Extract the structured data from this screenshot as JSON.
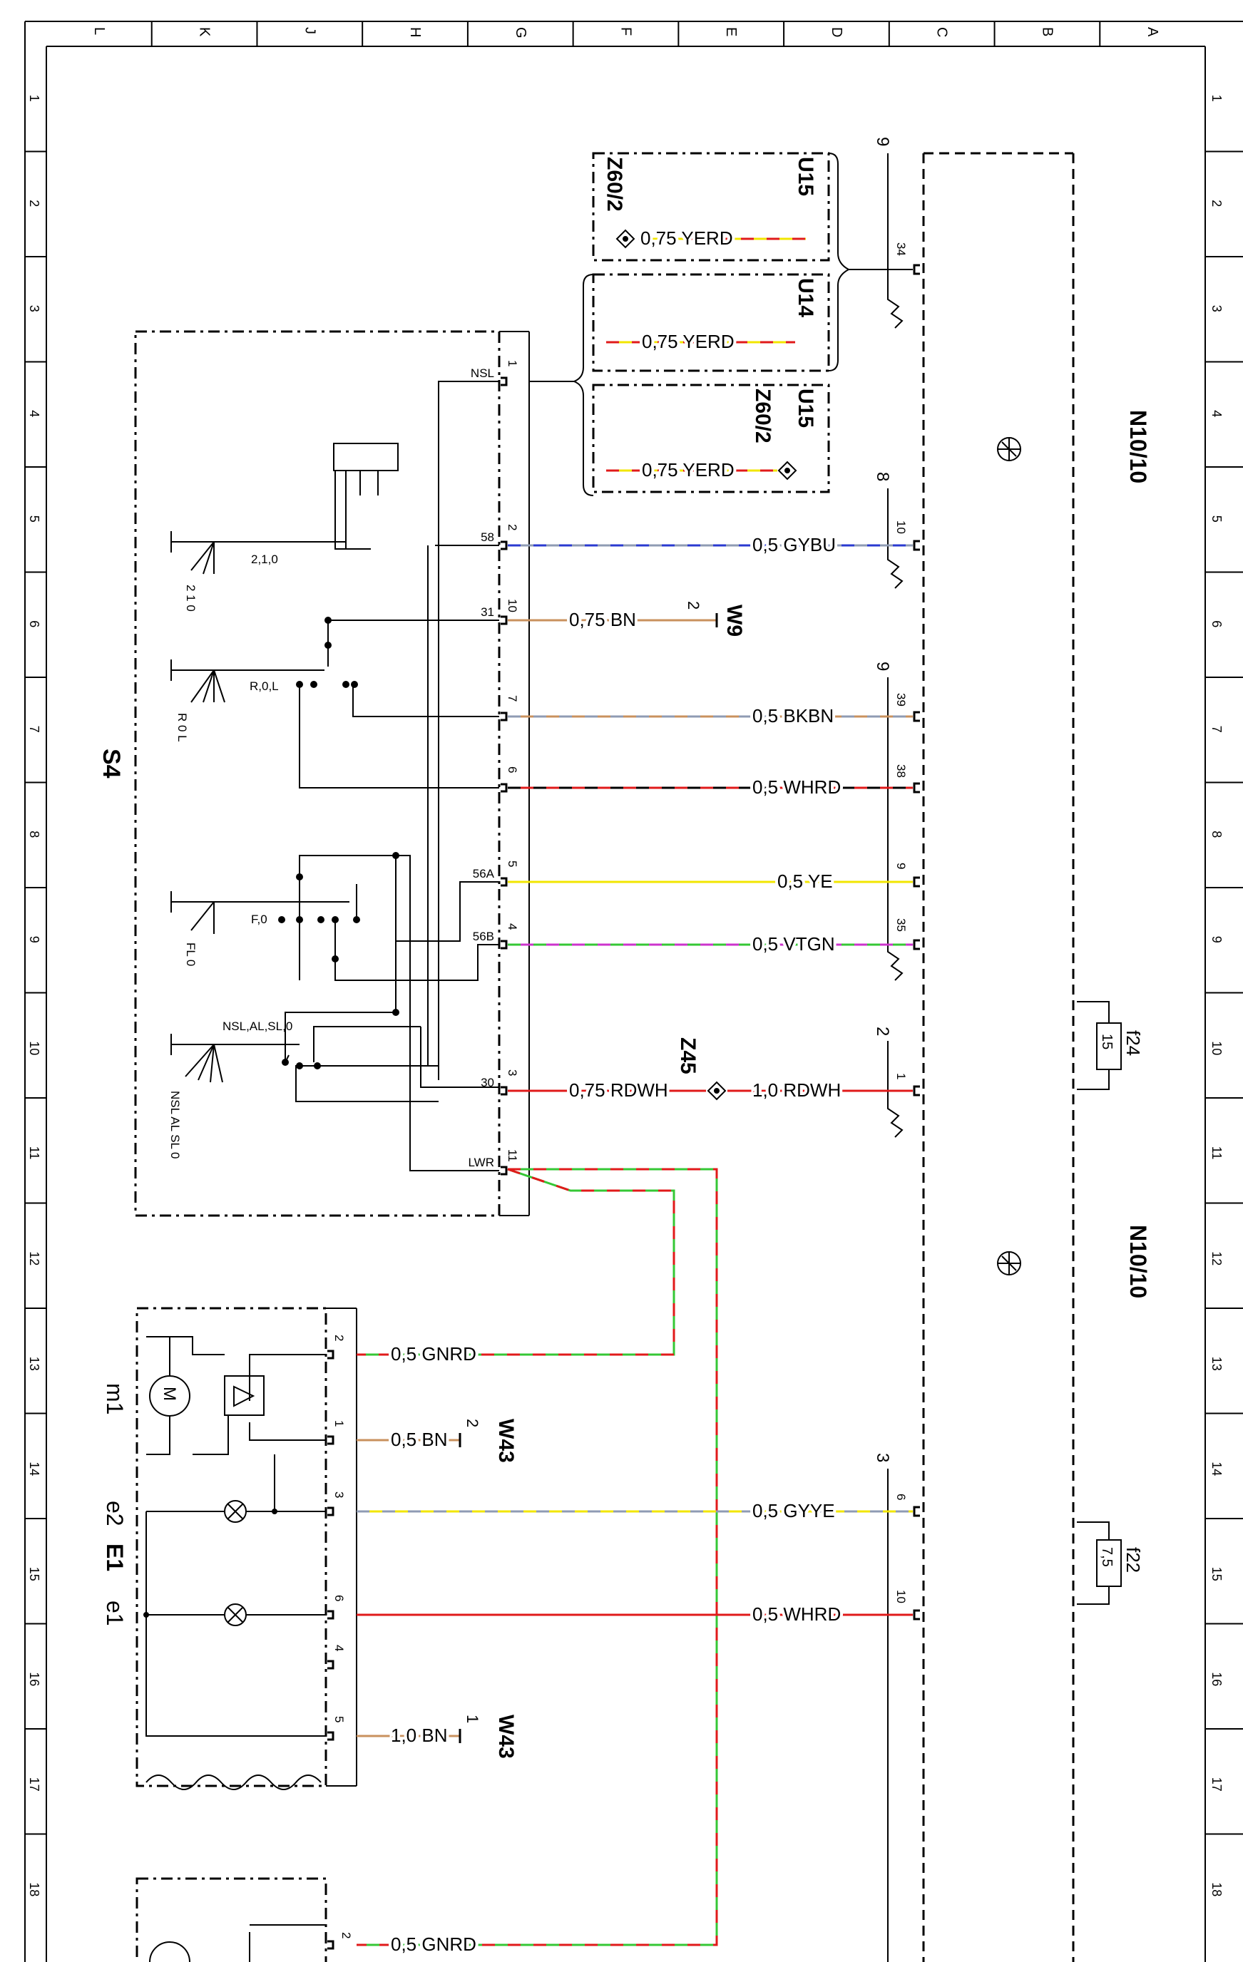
{
  "grid": {
    "columns": [
      "L",
      "K",
      "J",
      "H",
      "G",
      "F",
      "E",
      "D",
      "C",
      "B",
      "A"
    ],
    "rows": [
      "1",
      "2",
      "3",
      "4",
      "5",
      "6",
      "7",
      "8",
      "9",
      "10",
      "11",
      "12",
      "13",
      "14",
      "15",
      "16",
      "17",
      "18"
    ]
  },
  "components": {
    "s4": "S4",
    "n10_upper": "N10/10",
    "n10_lower": "N10/10",
    "u15_top": "U15",
    "z60_top": "Z60/2",
    "u14": "U14",
    "u15_mid": "U15",
    "z60_mid": "Z60/2",
    "w9": "W9",
    "z45": "Z45",
    "w43_a": "W43",
    "w43_b": "W43",
    "e1": "E1",
    "m1": "m1",
    "e2": "e2",
    "e1_lamp": "e1",
    "f24": "f24",
    "f22": "f22",
    "f24_val": "15",
    "f22_val": "7,5",
    "motor": "M"
  },
  "connectors": {
    "g9_a": "9",
    "g8": "8",
    "g9_b": "9",
    "g2": "2",
    "g3": "3",
    "p34": "34",
    "p10a": "10",
    "p39": "39",
    "p38": "38",
    "p9": "9",
    "p35": "35",
    "p1": "1",
    "p6": "6",
    "p10b": "10",
    "w9_pin": "2",
    "w43a_pin": "2",
    "w43b_pin": "1"
  },
  "s4_terminals": [
    {
      "name": "NSL",
      "pin": "1"
    },
    {
      "name": "58",
      "pin": "2"
    },
    {
      "name": "31",
      "pin": "10"
    },
    {
      "name": "",
      "pin": "7"
    },
    {
      "name": "",
      "pin": "6"
    },
    {
      "name": "56A",
      "pin": "5"
    },
    {
      "name": "56B",
      "pin": "4"
    },
    {
      "name": "30",
      "pin": "3"
    },
    {
      "name": "LWR",
      "pin": "11"
    }
  ],
  "switch_labels": {
    "sw1": "2,1,0",
    "sw1_pos": "2  1  0",
    "sw2": "R,0,L",
    "sw2_pos": "R  0  L",
    "sw3": "F,0",
    "sw3_pos": "FL  0",
    "sw4": "NSL,AL,SL,0",
    "sw4_pos": "NSL AL SL 0"
  },
  "e1_pins": [
    "2",
    "1",
    "3",
    "6",
    "4",
    "5"
  ],
  "bottom_pin": "2",
  "wires": {
    "yerd1": "0,75 YERD",
    "yerd2": "0,75 YERD",
    "yerd3": "0,75 YERD",
    "gybu": "0,5 GYBU",
    "bn075": "0,75 BN",
    "bkbn": "0,5 BKBN",
    "whrd1": "0,5 WHRD",
    "ye": "0,5 YE",
    "vtgn": "0,5 VTGN",
    "rdwh075": "0,75 RDWH",
    "rdwh10": "1,0 RDWH",
    "gnrd1": "0,5 GNRD",
    "bn05": "0,5 BN",
    "gyye": "0,5 GYYE",
    "whrd2": "0,5 WHRD",
    "bn10": "1,0 BN",
    "gnrd2": "0,5 GNRD"
  },
  "colors": {
    "yellow": "#f2e600",
    "red": "#e01a1a",
    "green": "#35c735",
    "blue": "#2a3ad0",
    "brown": "#c9915e",
    "grey": "#8f9bb3",
    "violet": "#cc33cc",
    "black": "#000000"
  }
}
